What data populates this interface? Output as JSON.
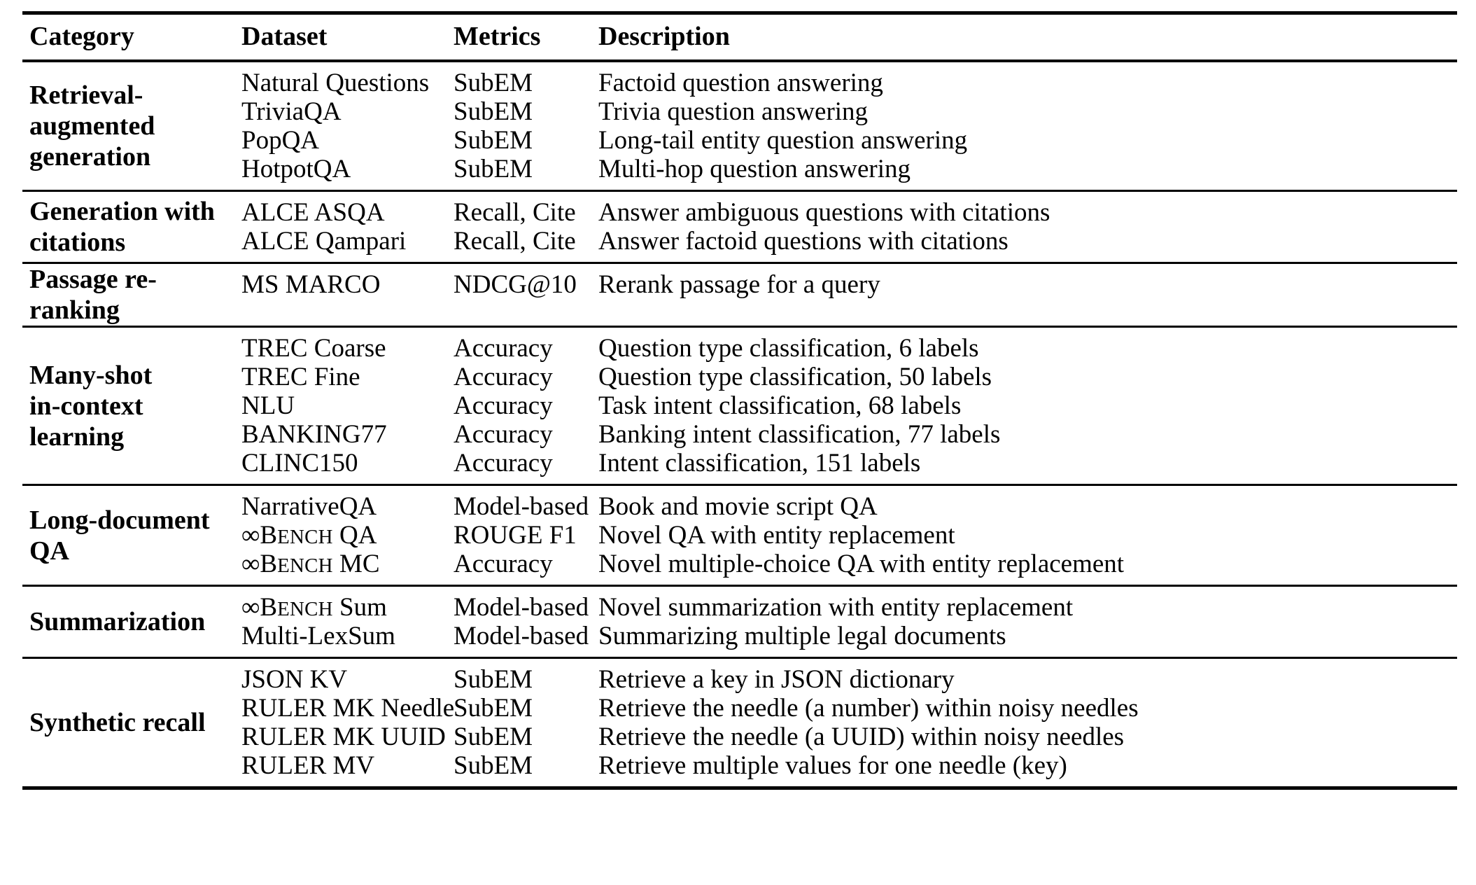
{
  "table": {
    "columns": [
      "Category",
      "Dataset",
      "Metrics",
      "Description"
    ],
    "sections": [
      {
        "category": "Retrieval-\naugmented\ngeneration",
        "category_lines": [
          "Retrieval-",
          "augmented",
          "generation"
        ],
        "rows": [
          {
            "dataset": "Natural Questions",
            "metrics": "SubEM",
            "description": "Factoid question answering"
          },
          {
            "dataset": "TriviaQA",
            "metrics": "SubEM",
            "description": "Trivia question answering"
          },
          {
            "dataset": "PopQA",
            "metrics": "SubEM",
            "description": "Long-tail entity question answering"
          },
          {
            "dataset": "HotpotQA",
            "metrics": "SubEM",
            "description": "Multi-hop question answering"
          }
        ]
      },
      {
        "category": "Generation with\ncitations",
        "category_lines": [
          "Generation with",
          "citations"
        ],
        "rows": [
          {
            "dataset": "ALCE ASQA",
            "metrics": "Recall, Cite",
            "description": "Answer ambiguous questions with citations"
          },
          {
            "dataset": "ALCE Qampari",
            "metrics": "Recall, Cite",
            "description": "Answer factoid questions with citations"
          }
        ]
      },
      {
        "category": "Passage re-ranking",
        "category_lines": [
          "Passage re-ranking"
        ],
        "rows": [
          {
            "dataset": "MS MARCO",
            "metrics": "NDCG@10",
            "description": "Rerank passage for a query"
          }
        ]
      },
      {
        "category": "Many-shot\nin-context\nlearning",
        "category_lines": [
          "Many-shot",
          "in-context",
          "learning"
        ],
        "rows": [
          {
            "dataset": "TREC Coarse",
            "metrics": "Accuracy",
            "description": "Question type classification, 6 labels"
          },
          {
            "dataset": "TREC Fine",
            "metrics": "Accuracy",
            "description": "Question type classification, 50 labels"
          },
          {
            "dataset": "NLU",
            "metrics": "Accuracy",
            "description": "Task intent classification, 68 labels"
          },
          {
            "dataset": "BANKING77",
            "metrics": "Accuracy",
            "description": "Banking intent classification, 77 labels"
          },
          {
            "dataset": "CLINC150",
            "metrics": "Accuracy",
            "description": "Intent classification, 151 labels"
          }
        ]
      },
      {
        "category": "Long-document\nQA",
        "category_lines": [
          "Long-document",
          "QA"
        ],
        "rows": [
          {
            "dataset": "NarrativeQA",
            "metrics": "Model-based",
            "description": "Book and movie script QA"
          },
          {
            "dataset": "∞BENCH QA",
            "dataset_smallcaps": {
              "prefix": "∞B",
              "small": "ENCH",
              "suffix": " QA"
            },
            "metrics": "ROUGE F1",
            "description": "Novel QA with entity replacement"
          },
          {
            "dataset": "∞BENCH MC",
            "dataset_smallcaps": {
              "prefix": "∞B",
              "small": "ENCH",
              "suffix": " MC"
            },
            "metrics": "Accuracy",
            "description": "Novel multiple-choice QA with entity replacement"
          }
        ]
      },
      {
        "category": "Summarization",
        "category_lines": [
          "Summarization"
        ],
        "rows": [
          {
            "dataset": "∞BENCH Sum",
            "dataset_smallcaps": {
              "prefix": "∞B",
              "small": "ENCH",
              "suffix": " Sum"
            },
            "metrics": "Model-based",
            "description": "Novel summarization with entity replacement"
          },
          {
            "dataset": "Multi-LexSum",
            "metrics": "Model-based",
            "description": "Summarizing multiple legal documents"
          }
        ]
      },
      {
        "category": "Synthetic recall",
        "category_lines": [
          "Synthetic recall"
        ],
        "rows": [
          {
            "dataset": "JSON KV",
            "metrics": "SubEM",
            "description": "Retrieve a key in JSON dictionary"
          },
          {
            "dataset": "RULER MK Needle",
            "metrics": "SubEM",
            "description": "Retrieve the needle (a number) within noisy needles"
          },
          {
            "dataset": "RULER MK UUID",
            "metrics": "SubEM",
            "description": "Retrieve the needle (a UUID) within noisy needles"
          },
          {
            "dataset": "RULER MV",
            "metrics": "SubEM",
            "description": "Retrieve multiple values for one needle (key)"
          }
        ]
      }
    ]
  },
  "colors": {
    "rule": "#000000",
    "text": "#000000",
    "background": "#ffffff"
  }
}
